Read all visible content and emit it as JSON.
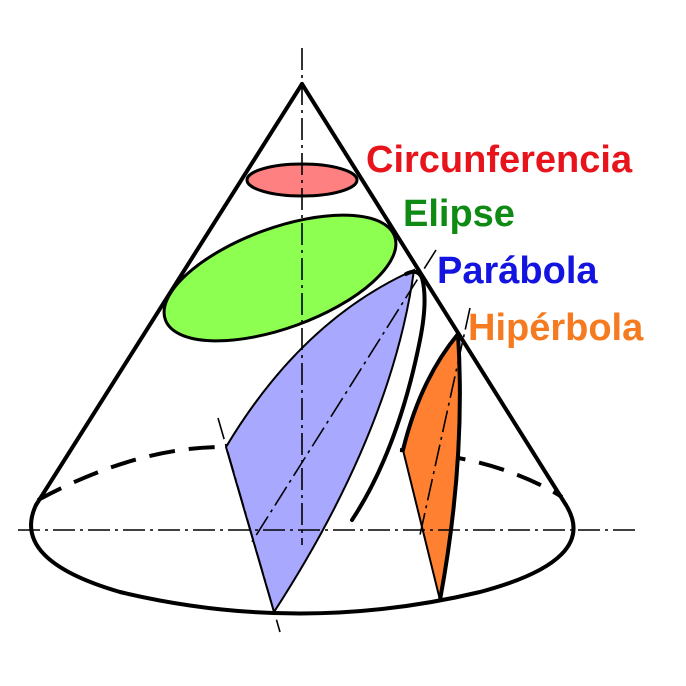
{
  "labels": {
    "circunferencia": "Circunferencia",
    "elipse": "Elipse",
    "parabola": "Parábola",
    "hiperbola": "Hipérbola"
  },
  "colors": {
    "circunferencia_text": "#e8141c",
    "circunferencia_fill": "#ff8080",
    "elipse_text": "#0f8a14",
    "elipse_fill": "#8cff50",
    "parabola_text": "#1414e0",
    "parabola_fill": "#a8a8ff",
    "hiperbola_text": "#f57a20",
    "hiperbola_fill": "#ff8030"
  }
}
